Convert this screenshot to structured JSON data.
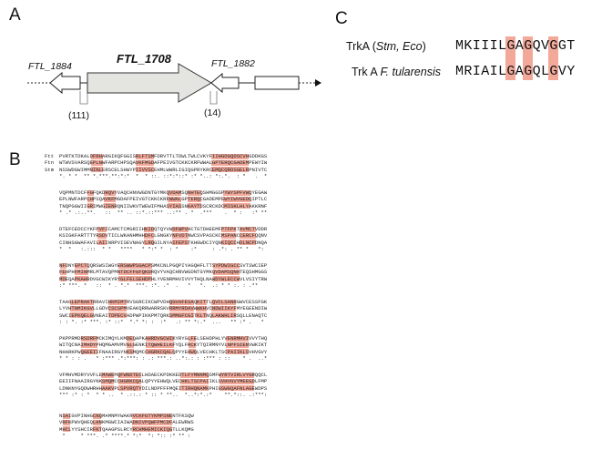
{
  "panels": {
    "a": "A",
    "b": "B",
    "c": "C"
  },
  "panel_a": {
    "genes": {
      "left": "FTL_1884",
      "center": "FTL_1708",
      "right": "FTL_1882"
    },
    "spacers": {
      "left": "(111)",
      "right": "(14)"
    }
  },
  "panel_b": {
    "row_labels": [
      "Ftt",
      "Ftn",
      "Stm"
    ],
    "highlight_color": "#f2a99a"
  },
  "panel_c": {
    "rows": [
      {
        "label_prefix": "TrkA (",
        "label_italic": "Stm, Eco",
        "label_suffix": ")",
        "sequence": "MKIIILGAGQVGGT"
      },
      {
        "label_prefix": "Trk A ",
        "label_italic": "F. tularensis",
        "label_suffix": "",
        "sequence": "MRIAILGAGQLGVY"
      }
    ],
    "highlight_positions": [
      6,
      8,
      11
    ],
    "highlight_color": "#f2a99a"
  }
}
